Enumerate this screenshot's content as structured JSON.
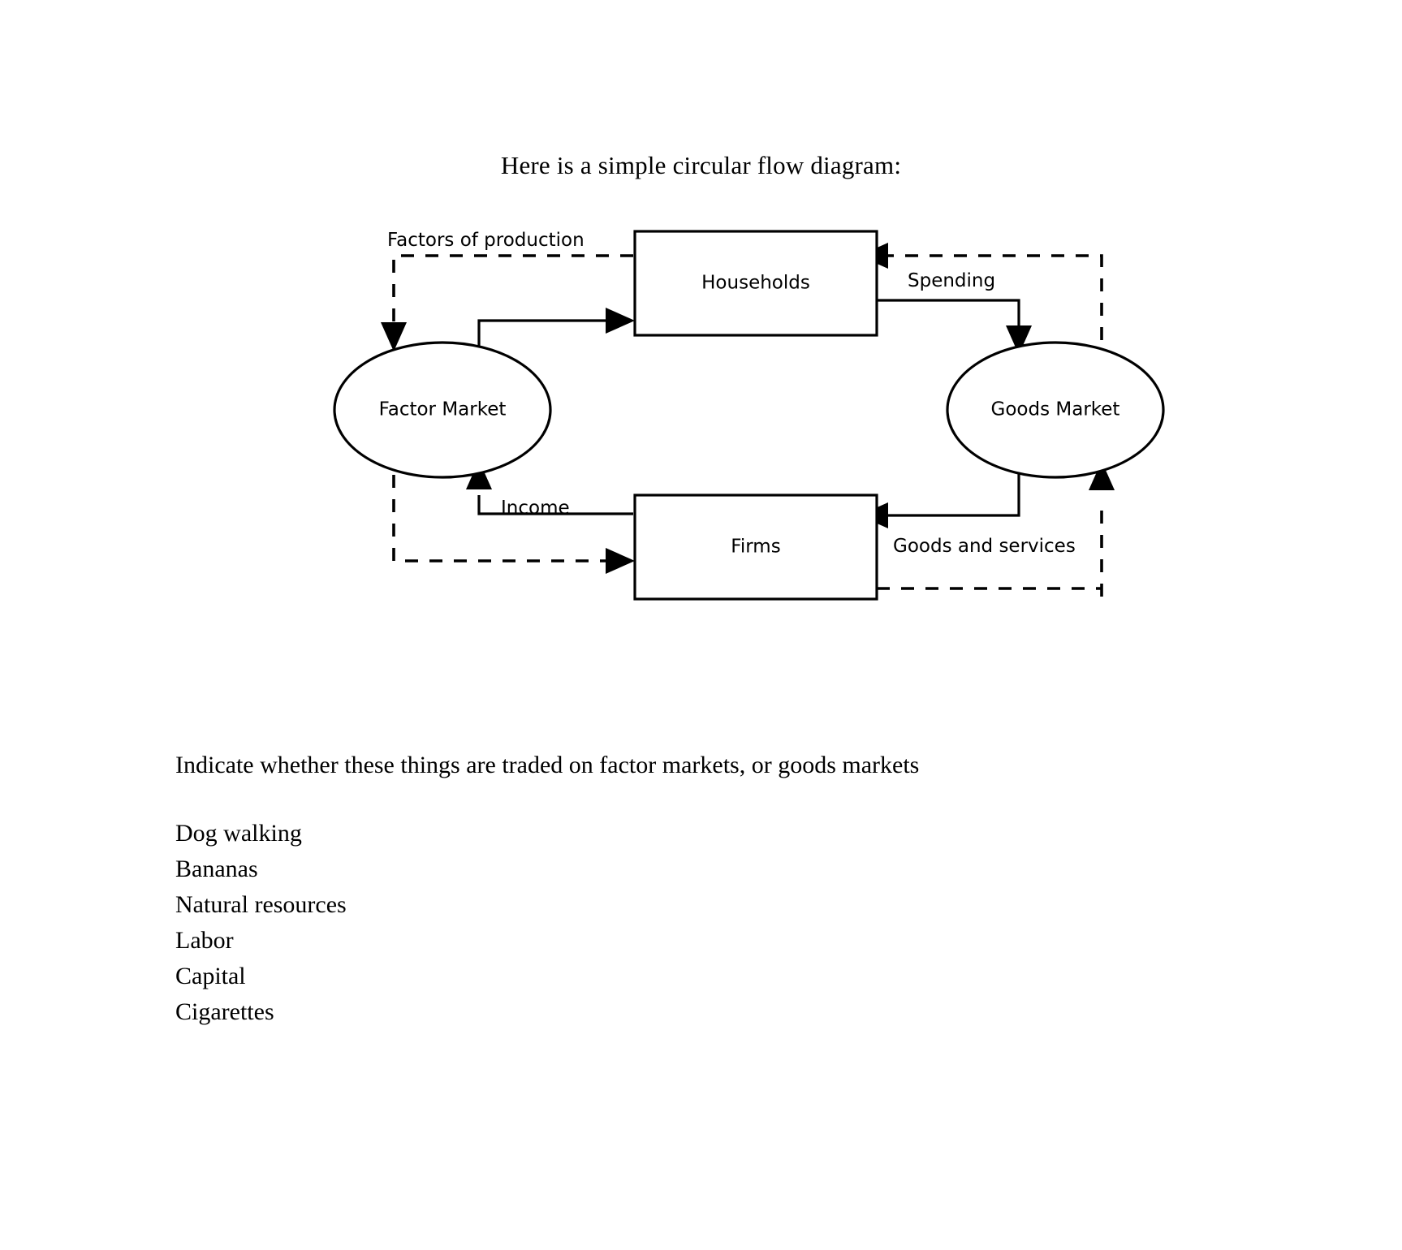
{
  "document": {
    "title": "Here is a simple circular flow diagram:"
  },
  "diagram": {
    "name": "circular-flow-diagram",
    "nodes": {
      "households": "Households",
      "firms": "Firms",
      "factor_market": "Factor Market",
      "goods_market": "Goods Market"
    },
    "edges": {
      "factors_of_production": "Factors of production",
      "spending": "Spending",
      "income": "Income",
      "goods_and_services": "Goods and services"
    },
    "colors": {
      "stroke": "#000000",
      "fill": "#ffffff"
    }
  },
  "question": {
    "prompt": "Indicate whether these things are traded on factor markets, or goods markets",
    "items": [
      "Dog walking",
      "Bananas",
      "Natural resources",
      "Labor",
      "Capital",
      "Cigarettes"
    ]
  }
}
